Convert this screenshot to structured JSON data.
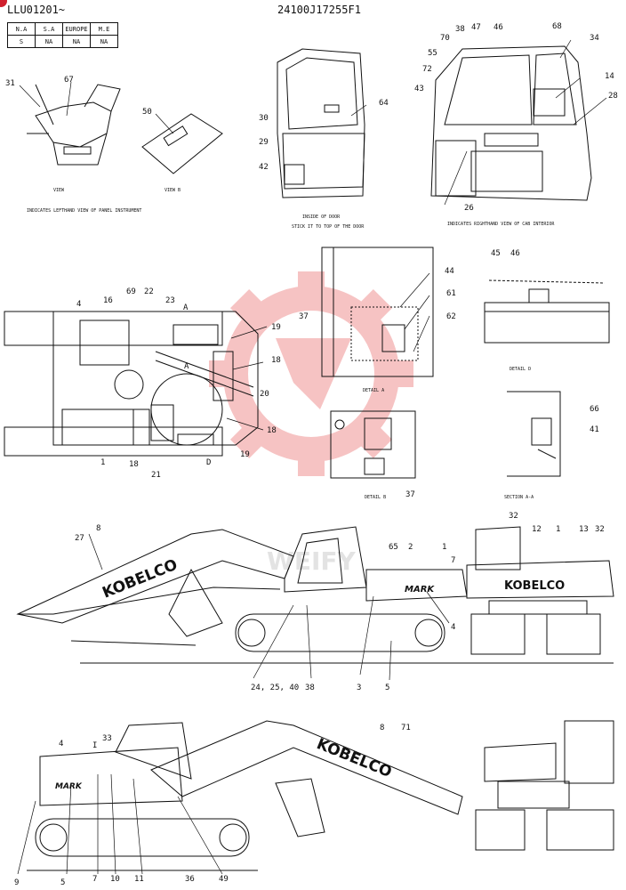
{
  "header": {
    "serial": "LLU01201~",
    "part_number": "24100J17255F1"
  },
  "region_table": {
    "headers": [
      "N.A",
      "S.A",
      "EUROPE",
      "M.E"
    ],
    "values": [
      "S",
      "NA",
      "NA",
      "NA"
    ]
  },
  "views": {
    "view_left": "VIEW",
    "view_b": "VIEW B",
    "caption_left": "INDICATES LEFTHAND VIEW OF PANEL INSTRUMENT",
    "door_caption": "INSIDE OF DOOR",
    "door_sub": "STICK IT TO TOP OF THE DOOR",
    "cab_caption": "INDICATES RIGHTHAND VIEW OF CAB INTERIOR",
    "detail_a": "DETAIL A",
    "detail_b": "DETAIL B",
    "detail_d": "DETAIL D",
    "section": "SECTION A-A",
    "mark_a1": "A",
    "mark_a2": "A",
    "mark_d": "D",
    "mark_i": "I"
  },
  "labels": {
    "l31": "31",
    "l67": "67",
    "l50": "50",
    "l30": "30",
    "l29": "29",
    "l42": "42",
    "l64": "64",
    "l38a": "38",
    "l47": "47",
    "l46a": "46",
    "l68": "68",
    "l34": "34",
    "l70": "70",
    "l55": "55",
    "l72": "72",
    "l43": "43",
    "l14": "14",
    "l28": "28",
    "l26": "26",
    "l16a": "16",
    "l69": "69",
    "l22": "22",
    "l23": "23",
    "l4a": "4",
    "l37a": "37",
    "l19a": "19",
    "l18a": "18",
    "l20": "20",
    "l18b": "18",
    "l19b": "19",
    "l18c": "18",
    "l21": "21",
    "l1a": "1",
    "l44": "44",
    "l61": "61",
    "l62": "62",
    "l37b": "37",
    "l45": "45",
    "l46b": "46",
    "l66": "66",
    "l41": "41",
    "l27": "27",
    "l8a": "8",
    "l65": "65",
    "l2": "2",
    "l1b": "1",
    "l7a": "7",
    "l4b": "4",
    "l24": "24, 25, 40",
    "l38b": "38",
    "l3": "3",
    "l5a": "5",
    "l32a": "32",
    "l12": "12",
    "l1c": "1",
    "l13": "13",
    "l32b": "32",
    "l4c": "4",
    "l33": "33",
    "l8b": "8",
    "l71": "71",
    "l9": "9",
    "l5b": "5",
    "l7b": "7",
    "l10": "10",
    "l11": "11",
    "l36": "36",
    "l49": "49"
  },
  "brand": "KOBELCO",
  "model_mark": "MARK",
  "watermark": "WEIFY"
}
